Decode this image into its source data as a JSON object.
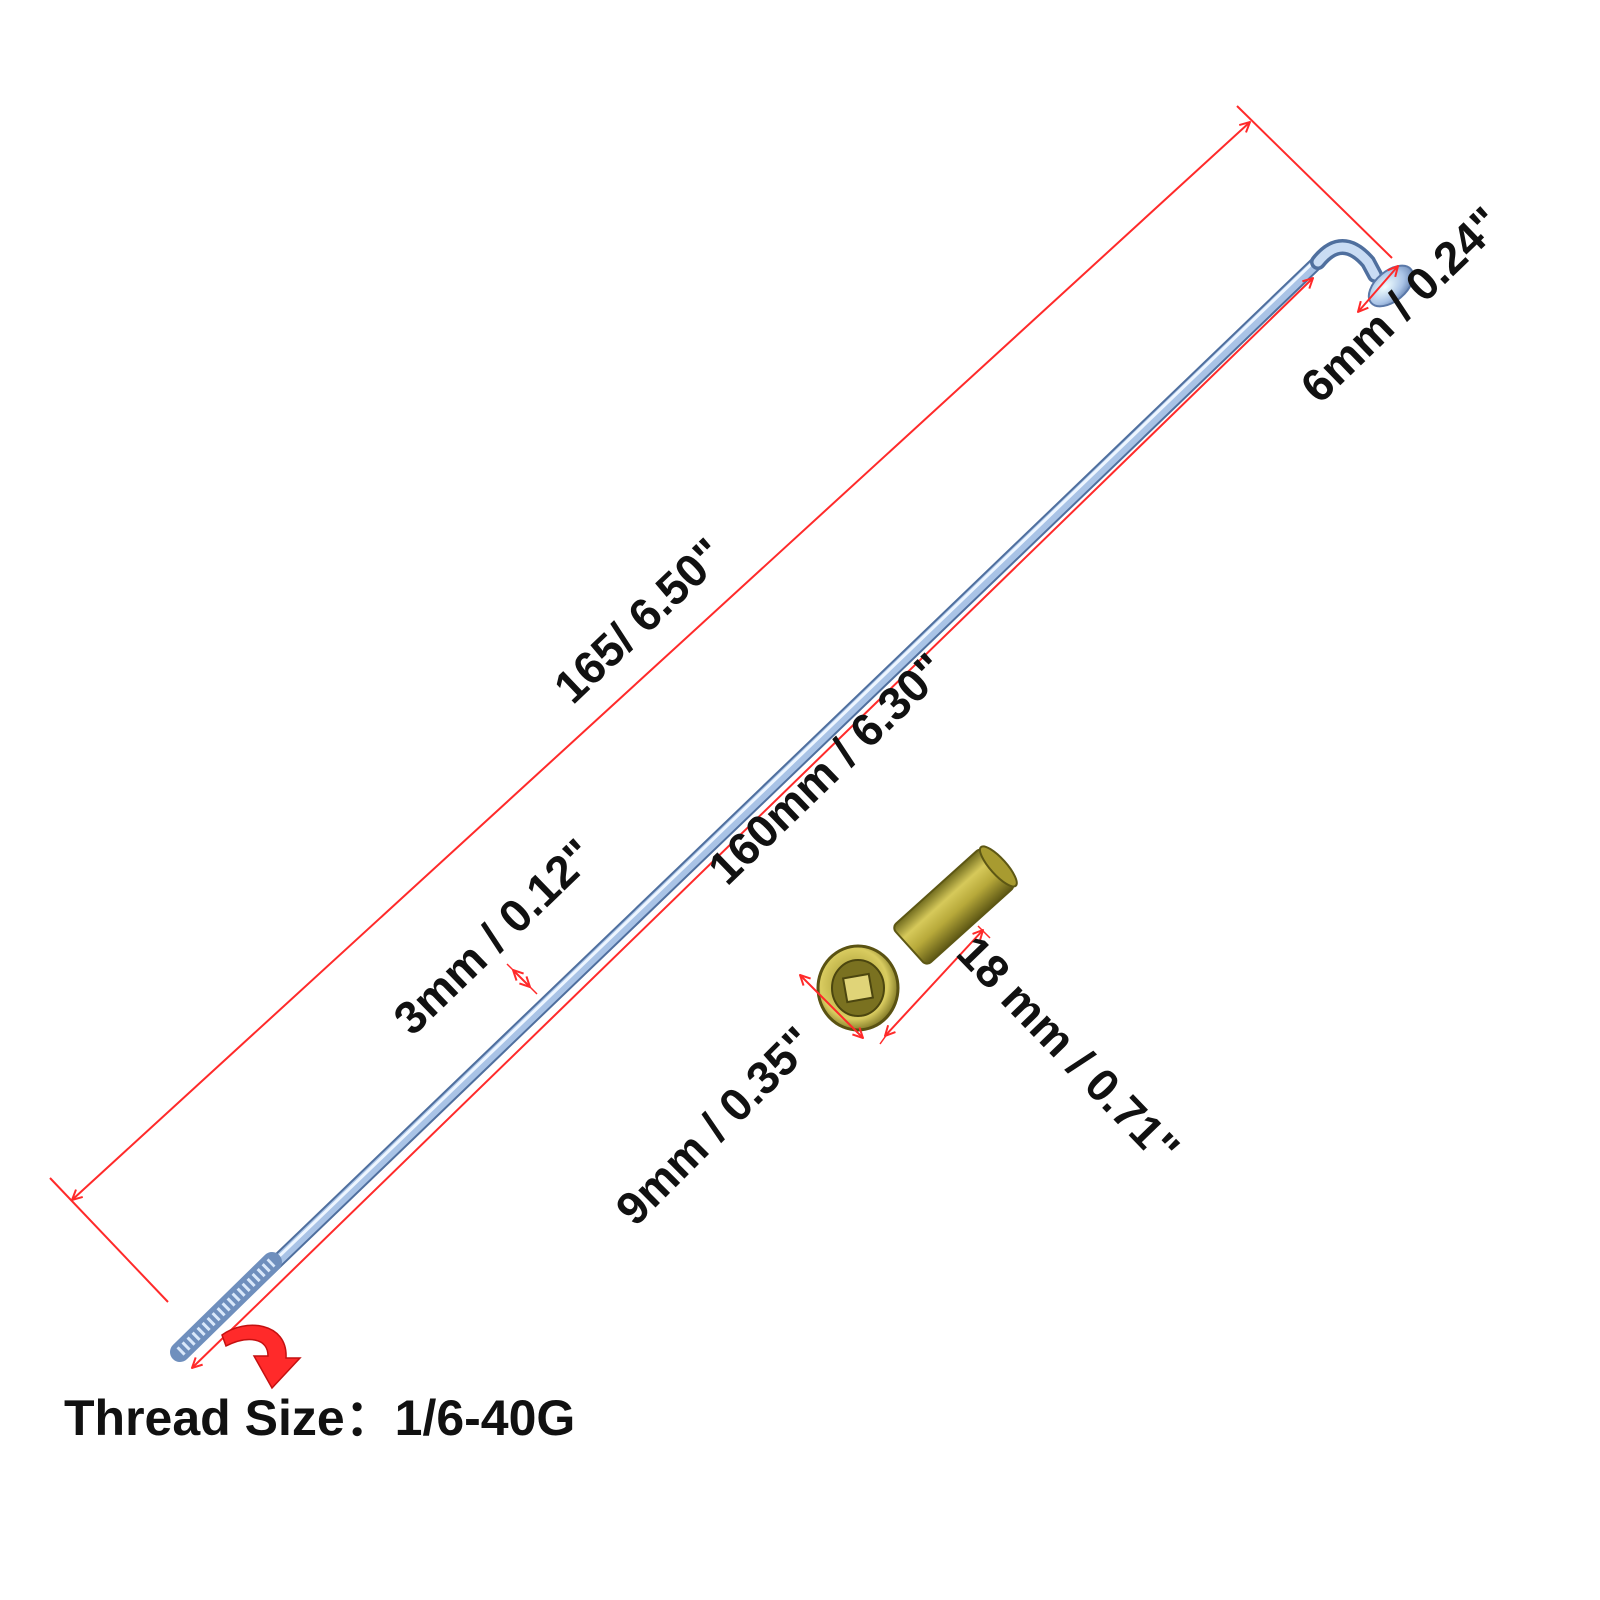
{
  "labels": {
    "overall_length": "165/ 6.50\"",
    "body_length": "160mm / 6.30\"",
    "diameter": "3mm / 0.12\"",
    "head_size": "6mm / 0.24\"",
    "nipple_diameter": "9mm /  0.35\"",
    "nipple_length": "18 mm / 0.71\"",
    "thread_size": "Thread Size：1/6-40G"
  },
  "colors": {
    "dimension_line": "#ff2a2a",
    "spoke_highlight": "#eef6ff",
    "spoke_body": "#9fb9dc",
    "spoke_edge": "#5f7fae",
    "nipple_body": "#b7a93a",
    "nipple_shade": "#6f6a1d",
    "text": "#111111"
  },
  "icons": {
    "thread_pointer": "curved-arrow-icon"
  }
}
